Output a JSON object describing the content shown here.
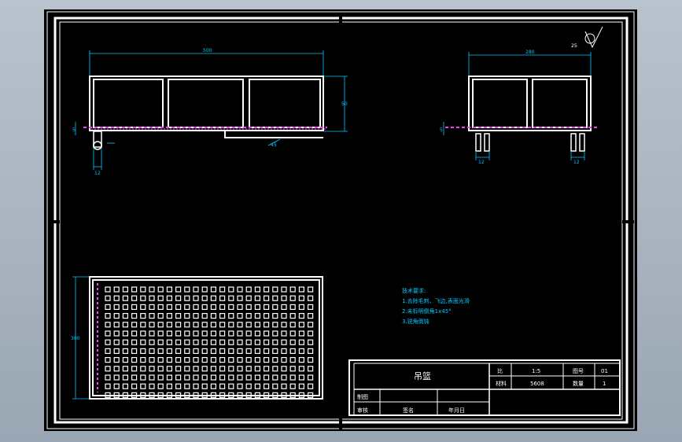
{
  "drawing": {
    "colors": {
      "background": "#000000",
      "frame": "#ffffff",
      "dimension": "#00c8ff",
      "center_line": "#ff3cff",
      "notes": "#00c8ff",
      "title_text": "#ffffff",
      "viewport_bg": "#a7b2be"
    },
    "dims": {
      "front_width": "500",
      "front_height": "50",
      "front_left_small": "5",
      "front_hole": "12",
      "front_angle": "45",
      "side_width": "280",
      "side_left_small": "5",
      "side_hole_1": "12",
      "side_hole_2": "12",
      "plan_height": "300"
    },
    "corner_mark": "25"
  },
  "notes": {
    "title": "技术要求:",
    "line1": "1.去除毛刺、飞边,表面光滑",
    "line2": "2.未标明倒角1x45°",
    "line3": "3.锐角倒钝"
  },
  "title_block": {
    "part_name": "吊篮",
    "scale_label": "比",
    "scale_value": "1:5",
    "drawing_no_label": "图号",
    "drawing_no_value": "01",
    "material_label": "材料",
    "material_value": "5608",
    "qty_label": "数量",
    "qty_value": "1",
    "drawn_label": "制图",
    "check_label": "审核",
    "sign_label": "签名",
    "date_label": "年月日"
  }
}
